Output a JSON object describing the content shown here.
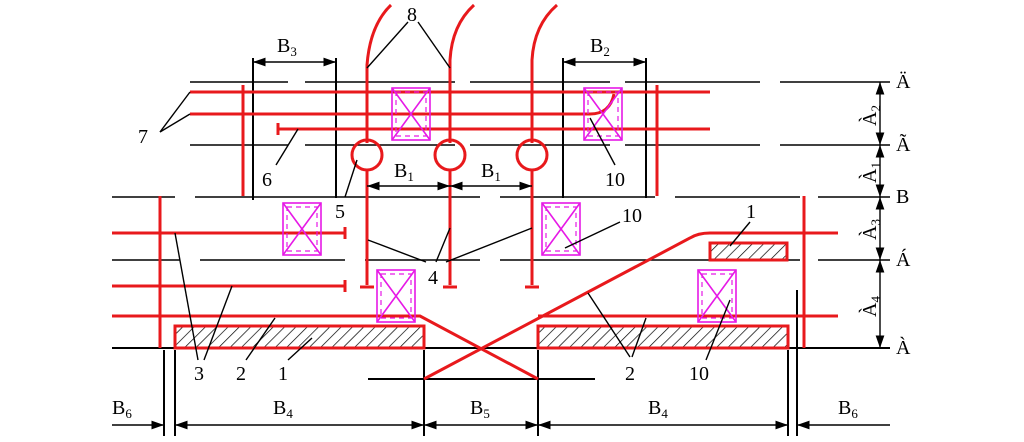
{
  "diagram": {
    "colors": {
      "line": "#000000",
      "pipe": "#e8191c",
      "support": "#e619e6"
    },
    "level_labels": {
      "level_1": "Ä",
      "level_2": "Ã",
      "level_3": "B",
      "level_4": "Á",
      "level_5": "À"
    },
    "vertical_dims": [
      {
        "main": "À",
        "sub": "2"
      },
      {
        "main": "À",
        "sub": "1"
      },
      {
        "main": "À",
        "sub": "3"
      },
      {
        "main": "À",
        "sub": "4"
      }
    ],
    "horizontal_dims": {
      "b3": {
        "main": "B",
        "sub": "3"
      },
      "b2": {
        "main": "B",
        "sub": "2"
      },
      "b1_left": {
        "main": "B",
        "sub": "1"
      },
      "b1_right": {
        "main": "B",
        "sub": "1"
      },
      "b6_left": {
        "main": "B",
        "sub": "6"
      },
      "b4_left": {
        "main": "B",
        "sub": "4"
      },
      "b5": {
        "main": "B",
        "sub": "5"
      },
      "b4_right": {
        "main": "B",
        "sub": "4"
      },
      "b6_right": {
        "main": "B",
        "sub": "6"
      }
    },
    "callouts": {
      "c8": "8",
      "c7": "7",
      "c6": "6",
      "c5": "5",
      "c10_top": "10",
      "c10_mid": "10",
      "c1_right": "1",
      "c4": "4",
      "c3": "3",
      "c2_left": "2",
      "c1_left": "1",
      "c2_right": "2",
      "c10_bottom": "10"
    }
  }
}
